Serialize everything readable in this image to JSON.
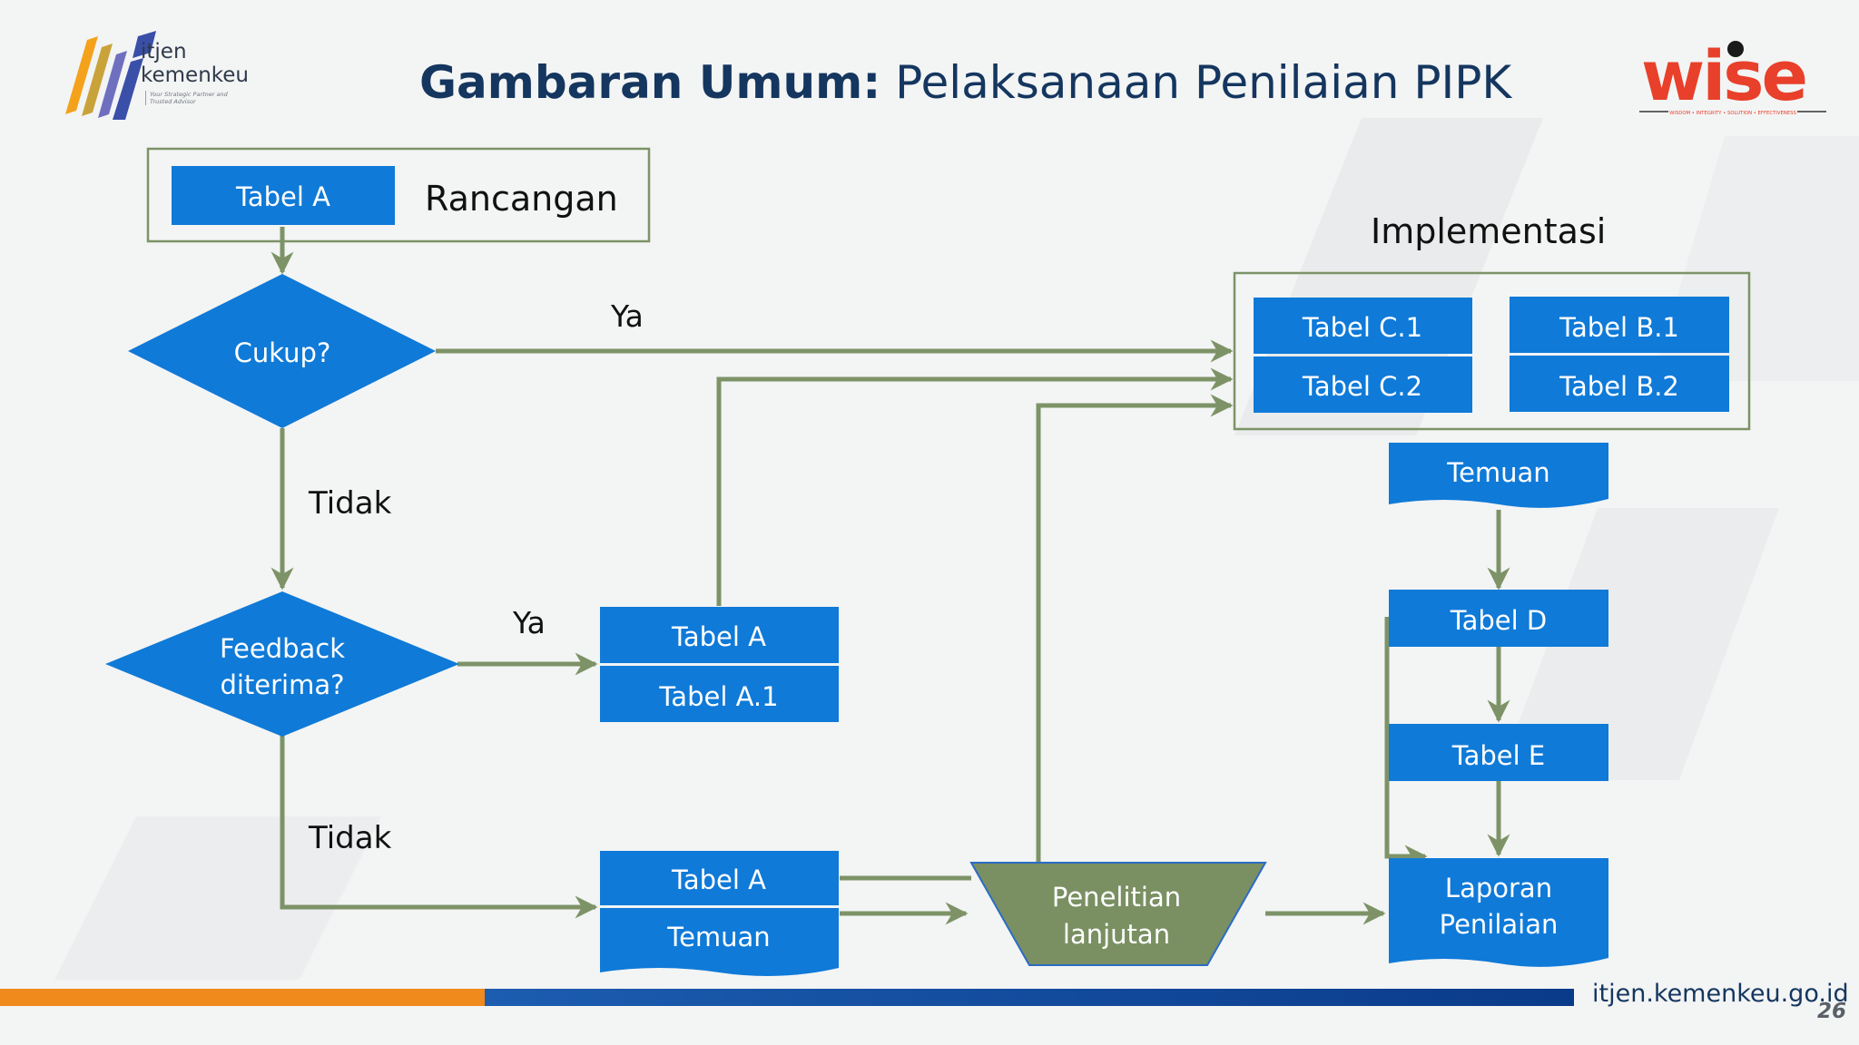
{
  "header": {
    "logo_text_line1": "itjen",
    "logo_text_line2": "kemenkeu",
    "logo_tagline_line1": "Your Strategic Partner and",
    "logo_tagline_line2": "Trusted Advisor",
    "title_bold": "Gambaran Umum:",
    "title_rest": "Pelaksanaan Penilaian PIPK",
    "wise_word": "wise",
    "wise_tagline": "WISDOM • INTEGRITY • SOLUTION • EFFECTIVENESS"
  },
  "diagram": {
    "rancangan_box": {
      "table_label": "Tabel A",
      "caption": "Rancangan"
    },
    "decision_cukup": "Cukup?",
    "decision_feedback": [
      "Feedback",
      "diterima?"
    ],
    "label_ya_1": "Ya",
    "label_tidak_1": "Tidak",
    "label_ya_2": "Ya",
    "label_tidak_2": "Tidak",
    "feedback_yes_tables": [
      "Tabel  A",
      "Tabel  A.1"
    ],
    "feedback_no_tables": [
      "Tabel A",
      "Temuan"
    ],
    "penelitian": [
      "Penelitian",
      "lanjutan"
    ],
    "implementasi_caption": "Implementasi",
    "implementasi_tables": [
      "Tabel  C.1",
      "Tabel  C.2",
      "Tabel  B.1",
      "Tabel  B.2"
    ],
    "temuan": "Temuan",
    "tabel_d": "Tabel D",
    "tabel_e": "Tabel  E",
    "laporan": [
      "Laporan",
      "Penilaian"
    ]
  },
  "footer": {
    "website": "itjen.kemenkeu.go.id",
    "page_number": "26"
  },
  "colors": {
    "box_blue": "#0f7ad8",
    "arrow_green": "#7d9367",
    "penelitian_fill": "#7a9062",
    "title_navy": "#14365f",
    "footer_orange": "#f18a1c",
    "footer_blue": "#0a3a8a",
    "wise_red": "#e8402a"
  }
}
